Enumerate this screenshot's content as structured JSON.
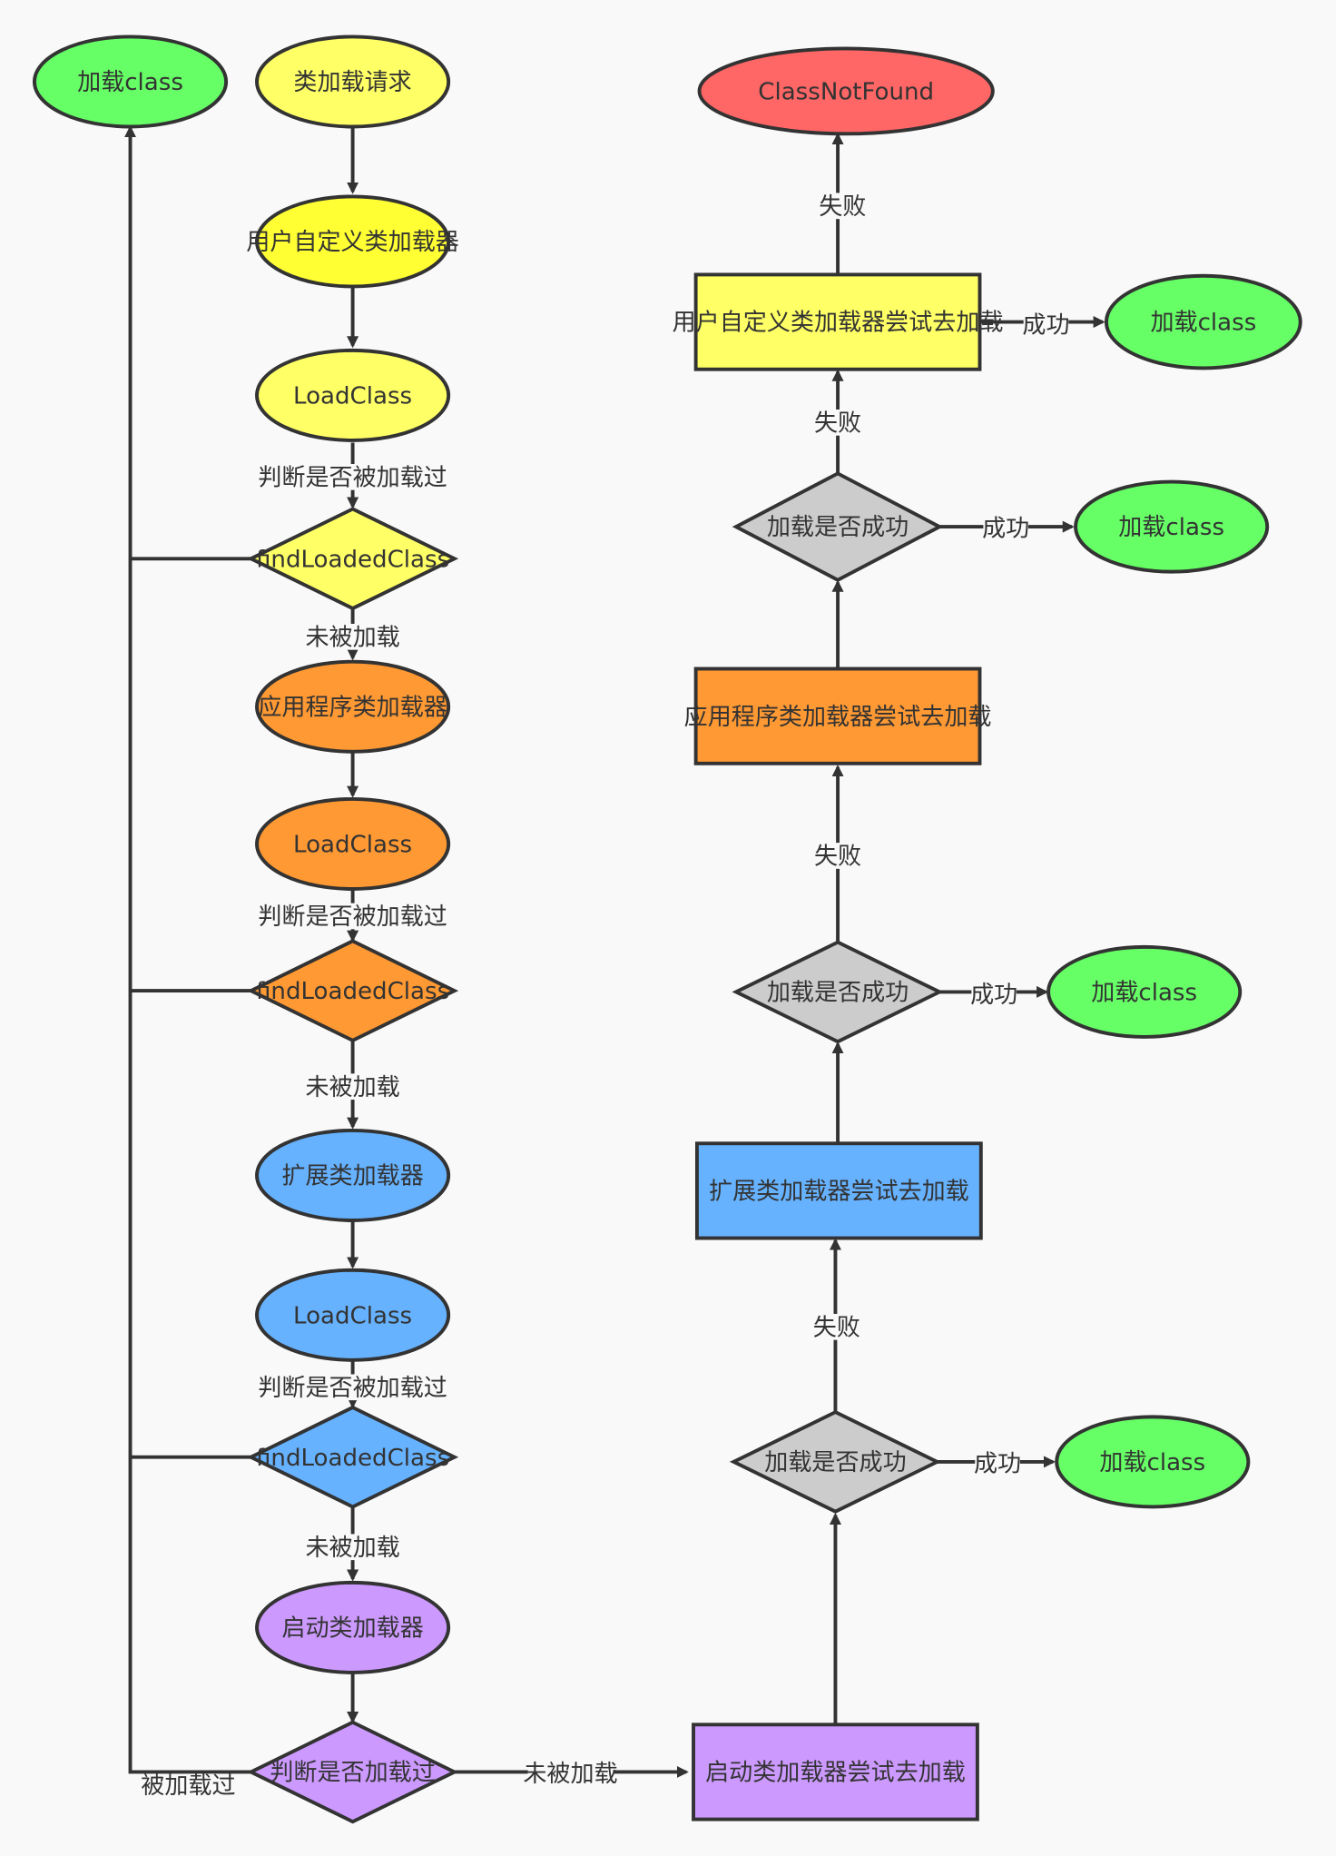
{
  "colors": {
    "yellow": "#ffff66",
    "yellow_strong": "#ffff33",
    "orange": "#ff9933",
    "blue": "#66b2ff",
    "purple": "#cc99ff",
    "green": "#66ff66",
    "red": "#ff6666",
    "gray": "#cccccc",
    "stroke": "#333333"
  },
  "nodes": {
    "loaded_class_topleft": "加载class",
    "request": "类加载请求",
    "user_loader": "用户自定义类加载器",
    "loadclass_1": "LoadClass",
    "find_1": "findLoadedClass",
    "app_loader": "应用程序类加载器",
    "loadclass_2": "LoadClass",
    "find_2": "findLoadedClass",
    "ext_loader": "扩展类加载器",
    "loadclass_3": "LoadClass",
    "find_3": "findLoadedClass",
    "boot_loader": "启动类加载器",
    "check_loaded": "判断是否加载过",
    "boot_try": "启动类加载器尝试去加载",
    "success_q_1": "加载是否成功",
    "ext_try": "扩展类加载器尝试去加载",
    "success_q_2": "加载是否成功",
    "app_try": "应用程序类加载器尝试去加载",
    "success_q_3": "加载是否成功",
    "user_try": "用户自定义类加载器尝试去加载",
    "not_found": "ClassNotFound",
    "loaded_user": "加载class",
    "loaded_app": "加载class",
    "loaded_ext": "加载class",
    "loaded_boot": "加载class"
  },
  "edge_labels": {
    "judge_1": "判断是否被加载过",
    "not_loaded_1": "未被加载",
    "judge_2": "判断是否被加载过",
    "not_loaded_2": "未被加载",
    "judge_3": "判断是否被加载过",
    "not_loaded_3": "未被加载",
    "was_loaded": "被加载过",
    "not_loaded_boot": "未被加载",
    "fail_boot": "失败",
    "success_boot": "成功",
    "fail_ext": "失败",
    "success_ext": "成功",
    "success_app": "成功",
    "fail_user_q": "失败",
    "fail_user": "失败",
    "success_user": "成功"
  }
}
